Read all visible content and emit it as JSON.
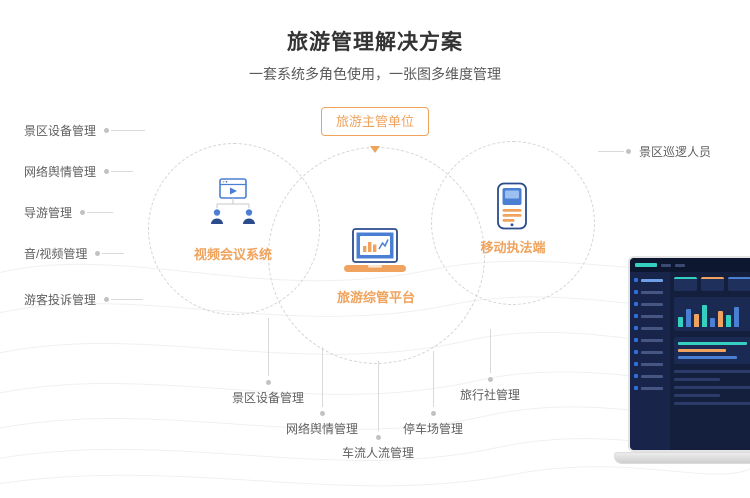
{
  "header": {
    "title": "旅游管理解决方案",
    "subtitle": "一套系统多角色使用，一张图多维度管理"
  },
  "top_badge": {
    "label": "旅游主管单位"
  },
  "circles": {
    "video": {
      "label": "视频会议系统",
      "icon": "video-conference-icon"
    },
    "platform": {
      "label": "旅游综管平台",
      "icon": "laptop-chart-icon"
    },
    "mobile": {
      "label": "移动执法端",
      "icon": "handheld-device-icon"
    }
  },
  "left_items": [
    "景区设备管理",
    "网络舆情管理",
    "导游管理",
    "音/视频管理",
    "游客投诉管理"
  ],
  "right_items": [
    "景区巡逻人员"
  ],
  "bottom_items": [
    "景区设备管理",
    "网络舆情管理",
    "车流人流管理",
    "停车场管理",
    "旅行社管理"
  ],
  "colors": {
    "accent_orange": "#efa35c",
    "primary_blue": "#4a7fd4",
    "deep_blue": "#2b4b8c",
    "label_gray": "#5f5f5f",
    "dashed_ring": "#d4d4d4"
  }
}
